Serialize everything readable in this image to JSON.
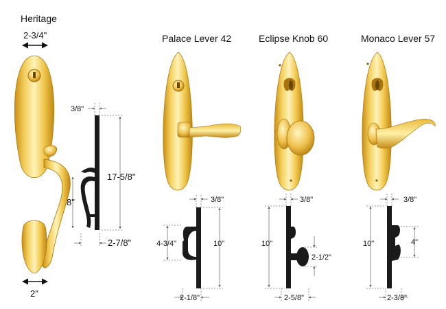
{
  "products": [
    {
      "name": "Heritage"
    },
    {
      "name": "Palace Lever 42"
    },
    {
      "name": "Eclipse Knob 60"
    },
    {
      "name": "Monaco Lever 57"
    }
  ],
  "dimensions": {
    "heritage": {
      "top_width": "2-3/4\"",
      "bottom_width": "2\"",
      "projection": "3/8\"",
      "height": "17-5/8\"",
      "handle": "8\"",
      "depth": "2-7/8\""
    },
    "palace": {
      "projection": "3/8\"",
      "lever": "4-3/4\"",
      "height": "10\"",
      "depth": "2-1/8\""
    },
    "eclipse": {
      "projection": "3/8\"",
      "height": "10\"",
      "knob": "2-1/2\"",
      "depth": "2-5/8\""
    },
    "monaco": {
      "projection": "3/8\"",
      "height": "10\"",
      "lever": "4\"",
      "depth": "2-3/8\""
    }
  },
  "colors": {
    "brass_light": "#fff3b8",
    "brass_mid": "#f0c64a",
    "brass_dark": "#c98e12",
    "profile": "#1a1a1a"
  }
}
